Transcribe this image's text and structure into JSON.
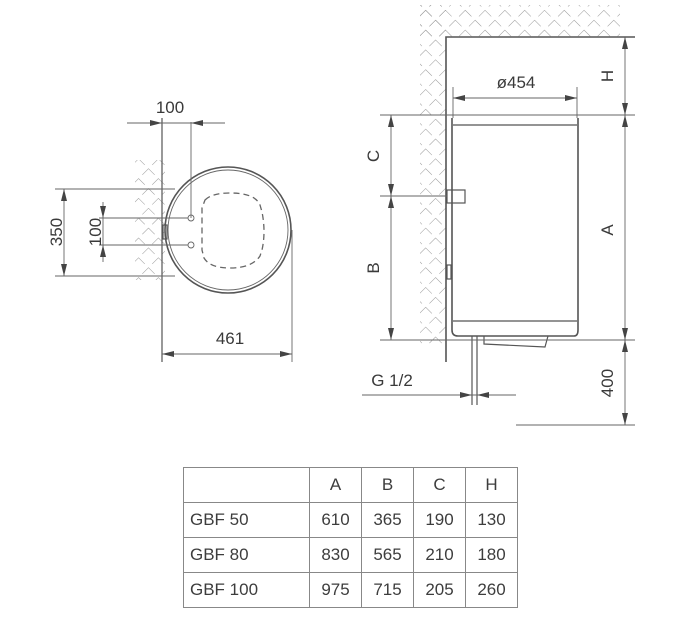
{
  "top_view": {
    "dim_offset": "100",
    "dim_height": "350",
    "dim_spacing": "100",
    "dim_depth": "461"
  },
  "side_view": {
    "dim_diameter": "ø454",
    "label_H": "H",
    "label_A": "A",
    "label_B": "B",
    "label_C": "C",
    "label_pipe": "G 1/2",
    "dim_bottom": "400"
  },
  "table": {
    "headers": [
      "",
      "A",
      "B",
      "C",
      "H"
    ],
    "rows": [
      {
        "model": "GBF 50",
        "A": "610",
        "B": "365",
        "C": "190",
        "H": "130"
      },
      {
        "model": "GBF 80",
        "A": "830",
        "B": "565",
        "C": "210",
        "H": "180"
      },
      {
        "model": "GBF 100",
        "A": "975",
        "B": "715",
        "C": "205",
        "H": "260"
      }
    ]
  },
  "colors": {
    "line": "#555555",
    "text": "#3a3a3a",
    "table_border": "#888888"
  }
}
